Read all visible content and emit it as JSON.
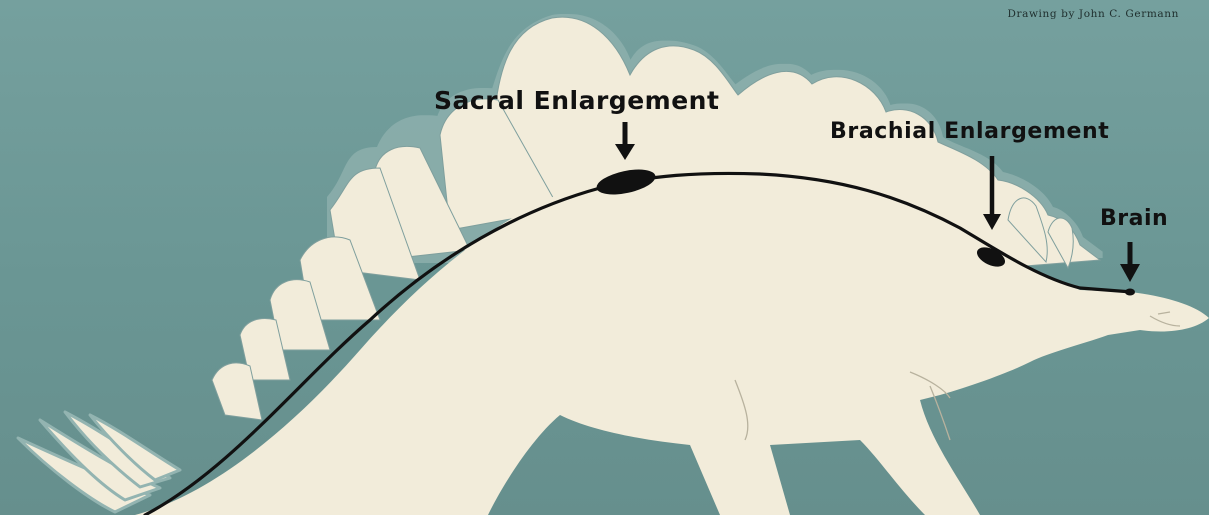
{
  "credit": "Drawing by John C. Germann",
  "labels": {
    "sacral": "Sacral Enlargement",
    "brachial": "Brachial Enlargement",
    "brain": "Brain"
  },
  "colors": {
    "background": "#6f9a98",
    "body": "#f2ecda",
    "nerve_cord": "#111111"
  }
}
